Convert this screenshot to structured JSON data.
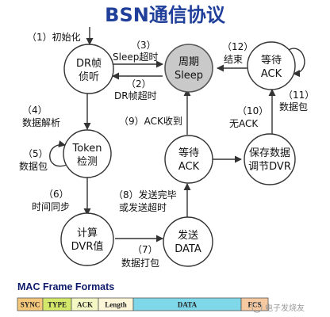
{
  "title": "BSN通信协议",
  "nodes": {
    "dr_listen": [
      "DR帧",
      "侦听"
    ],
    "sleep": [
      "周期",
      "Sleep"
    ],
    "wait_ack_top": [
      "等待",
      "ACK"
    ],
    "token_detect": [
      "Token",
      "检测"
    ],
    "wait_ack_mid": [
      "等待",
      "ACK"
    ],
    "save_data": [
      "保存数据",
      "调节DVR"
    ],
    "calc_dvr": [
      "计算",
      "DVR值"
    ],
    "send_data": [
      "发送",
      "DATA"
    ]
  },
  "edges": {
    "e1": "（1）初始化",
    "e2": [
      "（2）",
      "DR帧超时"
    ],
    "e3": [
      "（3）",
      "Sleep超时"
    ],
    "e4": [
      "（4）",
      "数据解析"
    ],
    "e5": [
      "（5）",
      "数据包"
    ],
    "e6": [
      "（6）",
      "时间同步"
    ],
    "e7": [
      "（7）",
      "数据打包"
    ],
    "e8": [
      "（8）发送完毕",
      "或发送超时"
    ],
    "e9": "（9）ACK收到",
    "e10": [
      "（10）",
      "无ACK"
    ],
    "e11": [
      "（11）",
      "数据包"
    ],
    "e12": [
      "（12）",
      "结束"
    ]
  },
  "frame": {
    "heading": "MAC Frame Formats",
    "fields": [
      {
        "label": "SYNC",
        "color": "#f5c77a"
      },
      {
        "label": "TYPE",
        "color": "#d4e86a"
      },
      {
        "label": "ACK",
        "color": "#f4f7c4"
      },
      {
        "label": "Length",
        "color": "#fdf6d8"
      },
      {
        "label": "DATA",
        "color": "#7fd8ea"
      },
      {
        "label": "FCS",
        "color": "#f6c9a0"
      }
    ]
  },
  "watermark": "电子发烧友"
}
